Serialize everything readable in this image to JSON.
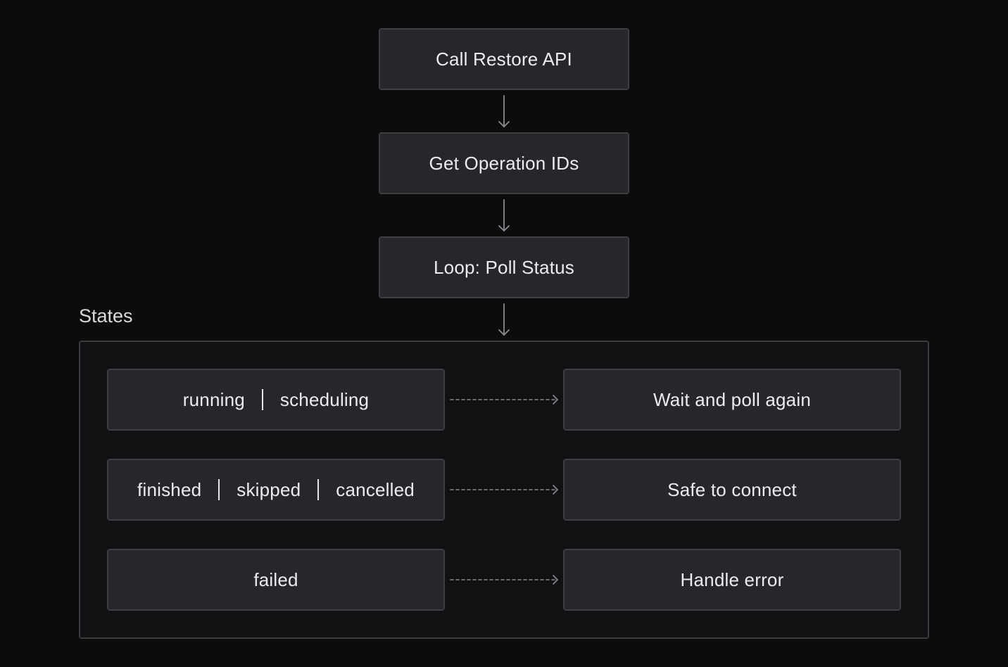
{
  "flow": {
    "step1": "Call Restore API",
    "step2": "Get Operation IDs",
    "step3": "Loop: Poll Status"
  },
  "states": {
    "title": "States",
    "rows": [
      {
        "conditions": [
          "running",
          "scheduling"
        ],
        "result": "Wait and poll again"
      },
      {
        "conditions": [
          "finished",
          "skipped",
          "cancelled"
        ],
        "result": "Safe to connect"
      },
      {
        "conditions": [
          "failed"
        ],
        "result": "Handle error"
      }
    ]
  },
  "colors": {
    "background": "#0c0c0d",
    "box_fill": "#27272b",
    "box_border": "#3d3d42",
    "arrow": "#8a8a90"
  }
}
